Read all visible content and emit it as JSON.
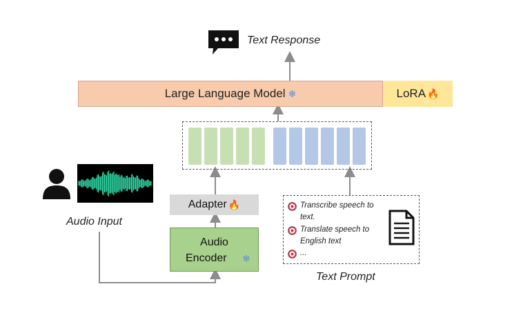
{
  "output": {
    "label": "Text Response",
    "icon": "chat-bubble-icon"
  },
  "llm": {
    "label": "Large Language Model",
    "icon": "snowflake-icon"
  },
  "lora": {
    "label": "LoRA",
    "icon": "flame-icon"
  },
  "adapter": {
    "label": "Adapter",
    "icon": "flame-icon"
  },
  "encoder": {
    "line1": "Audio",
    "line2": "Encoder",
    "icon": "snowflake-icon"
  },
  "audio_input": {
    "label": "Audio Input",
    "icons": [
      "person-icon",
      "waveform-icon"
    ]
  },
  "text_prompt": {
    "label": "Text Prompt",
    "icon": "document-icon",
    "items": [
      {
        "line1": "Transcribe speech to",
        "line2": "text."
      },
      {
        "line1": "Translate speech to",
        "line2": "English text"
      },
      {
        "line1": "...",
        "line2": ""
      }
    ]
  },
  "tokens": {
    "audio_count": 5,
    "text_count": 6
  },
  "colors": {
    "llm": "#f8cbad",
    "lora": "#ffe699",
    "adapter": "#d9d9d9",
    "encoder": "#a9d18e",
    "audio_token": "#c6e0b4",
    "text_token": "#b4c7e7",
    "arrow": "#8c8c8c",
    "waveform": "#2fd6a3"
  }
}
